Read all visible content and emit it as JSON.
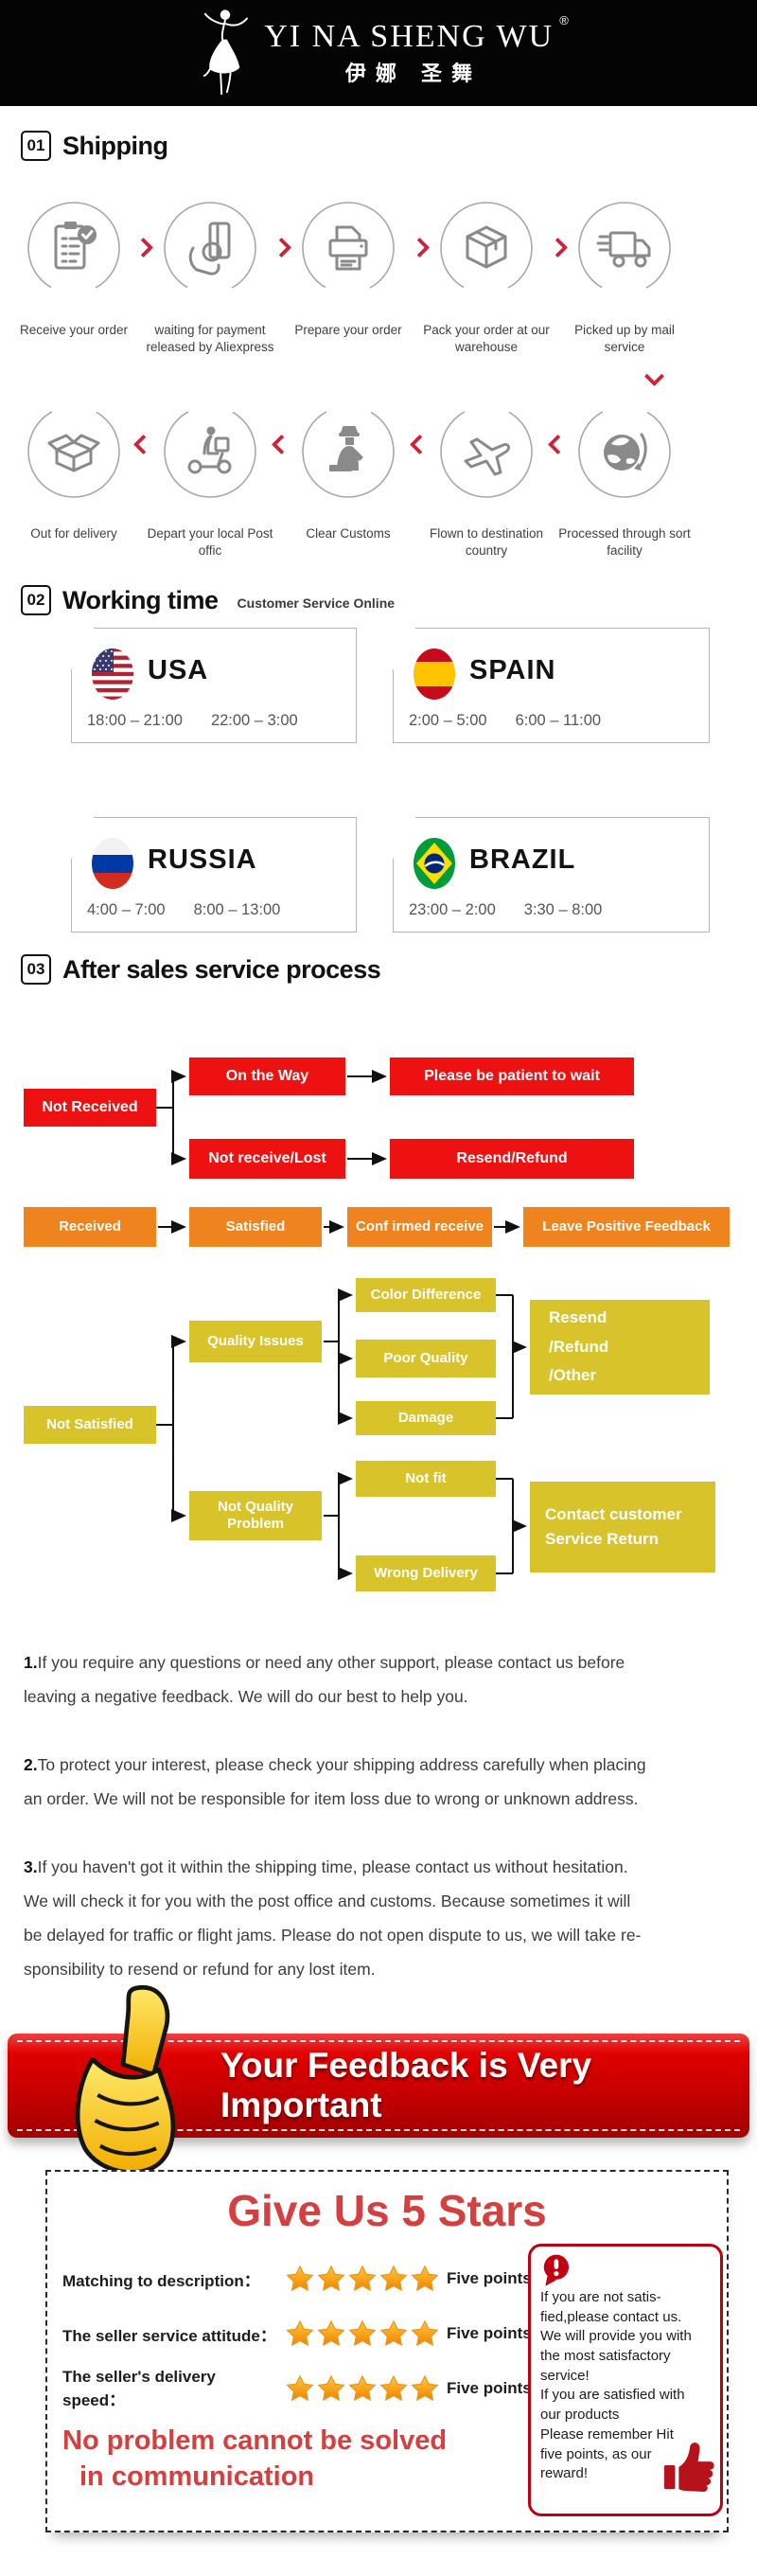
{
  "brand": {
    "name": "YI NA SHENG WU",
    "reg": "®",
    "chinese": "伊娜 圣舞"
  },
  "colors": {
    "flow_red": "#ee1111",
    "flow_orange": "#ef841f",
    "flow_yellow": "#d9c32b",
    "chevron_red": "#c9243a",
    "banner_red": "#c80000",
    "title_red": "#d4403f",
    "icon_gray": "#8a8a8a"
  },
  "sections": {
    "shipping": {
      "num": "01",
      "title": "Shipping"
    },
    "working_time": {
      "num": "02",
      "title": "Working time",
      "subtitle": "Customer Service Online"
    },
    "after_sales": {
      "num": "03",
      "title": "After sales service process"
    }
  },
  "shipping": {
    "row1": [
      {
        "label": "Receive your order",
        "icon": "clipboard-check-icon"
      },
      {
        "label": "waiting for payment released by Aliexpress",
        "icon": "payment-hand-icon"
      },
      {
        "label": "Prepare your order",
        "icon": "printer-icon"
      },
      {
        "label": "Pack your order at our warehouse",
        "icon": "package-box-icon"
      },
      {
        "label": "Picked up by mail service",
        "icon": "delivery-truck-icon"
      }
    ],
    "row2": [
      {
        "label": "Out  for delivery",
        "icon": "open-box-icon"
      },
      {
        "label": "Depart your local Post offic",
        "icon": "scooter-icon"
      },
      {
        "label": "Clear Customs",
        "icon": "customs-officer-icon"
      },
      {
        "label": "Flown to destination country",
        "icon": "airplane-icon"
      },
      {
        "label": "Processed through sort facility",
        "icon": "globe-icon"
      }
    ]
  },
  "working_time_cards": [
    {
      "country": "USA",
      "hours1": "18:00 – 21:00",
      "hours2": "22:00 – 3:00",
      "flag": "usa-flag"
    },
    {
      "country": "SPAIN",
      "hours1": "2:00 – 5:00",
      "hours2": "6:00 – 11:00",
      "flag": "spain-flag"
    },
    {
      "country": "RUSSIA",
      "hours1": "4:00 – 7:00",
      "hours2": "8:00 – 13:00",
      "flag": "russia-flag"
    },
    {
      "country": "BRAZIL",
      "hours1": "23:00 – 2:00",
      "hours2": "3:30 – 8:00",
      "flag": "brazil-flag"
    }
  ],
  "flow": {
    "not_received": "Not Received",
    "on_the_way": "On the Way",
    "be_patient": "Please be patient to wait",
    "not_receive_lost": "Not receive/Lost",
    "resend_refund": "Resend/Refund",
    "received": "Received",
    "satisfied": "Satisfied",
    "confirmed": "Conf irmed receive",
    "leave_feedback": "Leave Positive Feedback",
    "not_satisfied": "Not Satisfied",
    "quality_issues": "Quality Issues",
    "color_difference": "Color Difference",
    "poor_quality": "Poor Quality",
    "damage": "Damage",
    "resend_refund_other": "Resend\n/Refund\n/Other",
    "not_quality_problem": "Not Quality\nProblem",
    "not_fit": "Not fit",
    "wrong_delivery": "Wrong Delivery",
    "contact_customer": "Contact customer\nService Return"
  },
  "paragraphs": [
    {
      "num": "1.",
      "text": "If you require any questions or need any other support, please contact us before\nleaving a negative feedback. We will do our best to help you."
    },
    {
      "num": "2.",
      "text": "To protect your interest, please check your shipping address carefully when placing\nan order. We will not be responsible for item loss due to wrong or unknown address."
    },
    {
      "num": "3.",
      "text": "If you haven't got it within the shipping time, please contact us without hesitation.\nWe will check it for you with the post office and customs. Because sometimes it will\nbe delayed for traffic or flight jams. Please do not open dispute to us, we will take re-\nsponsibility to resend or refund for any lost item."
    }
  ],
  "banner": {
    "text": "Your Feedback is Very Important"
  },
  "stars": {
    "title": "Give Us 5 Stars",
    "rows": [
      {
        "label": "Matching to description：",
        "points": "Five points",
        "stars": 5
      },
      {
        "label": "The seller service attitude：",
        "points": "Five points",
        "stars": 5
      },
      {
        "label": "The seller's delivery speed：",
        "points": "Five points",
        "stars": 5
      }
    ],
    "notice": "If you are not satis-\nfied,please contact us.\nWe will provide you with\nthe most satisfactory\nservice!\nIf you are satisfied with\nour products\nPlease remember Hit\nfive points, as our\nreward!",
    "slogan_line1": "No problem cannot be solved",
    "slogan_line2": "in communication"
  }
}
